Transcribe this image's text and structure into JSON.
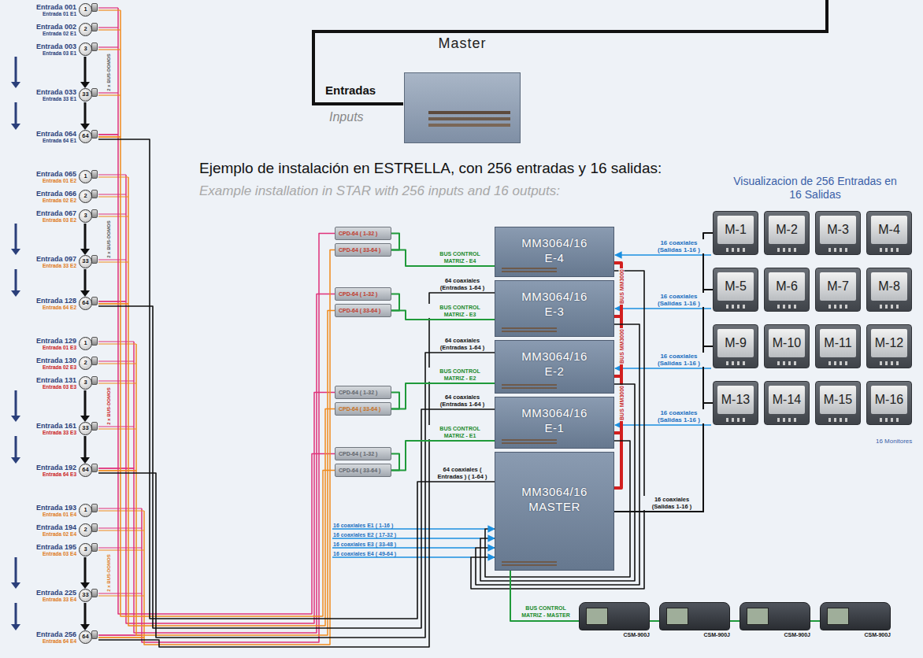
{
  "diagram": {
    "title": "Ejemplo de instalación en ESTRELLA, con 256 entradas y 16 salidas:",
    "nodes": [
      {
        "text": [
          "Master"
        ]
      },
      {
        "text": [
          "Entrada 001",
          "Entrada 01 E1",
          "1"
        ]
      },
      {
        "text": [
          "Entrada 002",
          "Entrada 02 E1",
          "2"
        ]
      },
      {
        "text": [
          "Entrada 003",
          "Entrada 03 E1",
          "3"
        ]
      },
      {
        "text": [
          "Entrada 033",
          "Entrada 33 E1",
          "33"
        ]
      },
      {
        "text": [
          "Entrada 064",
          "Entrada 64 E1",
          "64"
        ]
      },
      {
        "text": [
          "Entrada 065",
          "Entrada 01 E2",
          "1"
        ]
      },
      {
        "text": [
          "Entrada 066",
          "Entrada 02 E2",
          "2"
        ]
      },
      {
        "text": [
          "Entrada 067",
          "Entrada 03 E2",
          "3"
        ]
      },
      {
        "text": [
          "Entrada 097",
          "Entrada 33 E2",
          "33"
        ]
      },
      {
        "text": [
          "Entrada 128",
          "Entrada 64 E2",
          "64"
        ]
      },
      {
        "text": [
          "Entrada 129",
          "Entrada 01 E3",
          "1"
        ]
      },
      {
        "text": [
          "Entrada 130",
          "Entrada 02 E3",
          "2"
        ]
      },
      {
        "text": [
          "Entrada 131",
          "Entrada 03 E3",
          "3"
        ]
      },
      {
        "text": [
          "Entrada 161",
          "Entrada 33 E3",
          "33"
        ]
      },
      {
        "text": [
          "Entrada 192",
          "Entrada 64 E3",
          "64"
        ]
      },
      {
        "text": [
          "Entrada 193",
          "Entrada 01 E4",
          "1"
        ]
      },
      {
        "text": [
          "Entrada 194",
          "Entrada 02 E4",
          "2"
        ]
      },
      {
        "text": [
          "Entrada 195",
          "Entrada 03 E4",
          "3"
        ]
      },
      {
        "text": [
          "Entrada 225",
          "Entrada 33 E4",
          "33"
        ]
      },
      {
        "text": [
          "Entrada 256",
          "Entrada 64 E4",
          "64"
        ]
      },
      {
        "text": [
          "CPD-64 ( 1-32 )"
        ]
      },
      {
        "text": [
          "CPD-64 ( 33-64 )"
        ]
      },
      {
        "text": [
          "CPD-64 ( 1-32 )"
        ]
      },
      {
        "text": [
          "CPD-64 ( 33-64 )"
        ]
      },
      {
        "text": [
          "CPD-64 ( 1-32 )"
        ]
      },
      {
        "text": [
          "CPD-64 ( 33-64 )"
        ]
      },
      {
        "text": [
          "CPD-64 ( 1-32 )"
        ]
      },
      {
        "text": [
          "CPD-64 ( 33-64 )"
        ]
      },
      {
        "text": [
          "MM3064/16",
          "E-4"
        ]
      },
      {
        "text": [
          "MM3064/16",
          "E-3"
        ]
      },
      {
        "text": [
          "MM3064/16",
          "E-2"
        ]
      },
      {
        "text": [
          "MM3064/16",
          "E-1"
        ]
      },
      {
        "text": [
          "MM3064/16",
          "MASTER"
        ]
      },
      {
        "text": [
          "M-1"
        ]
      },
      {
        "text": [
          "M-2"
        ]
      },
      {
        "text": [
          "M-3"
        ]
      },
      {
        "text": [
          "M-4"
        ]
      },
      {
        "text": [
          "M-5"
        ]
      },
      {
        "text": [
          "M-6"
        ]
      },
      {
        "text": [
          "M-7"
        ]
      },
      {
        "text": [
          "M-8"
        ]
      },
      {
        "text": [
          "M-9"
        ]
      },
      {
        "text": [
          "M-10"
        ]
      },
      {
        "text": [
          "M-11"
        ]
      },
      {
        "text": [
          "M-12"
        ]
      },
      {
        "text": [
          "M-13"
        ]
      },
      {
        "text": [
          "M-14"
        ]
      },
      {
        "text": [
          "M-15"
        ]
      },
      {
        "text": [
          "M-16"
        ]
      },
      {
        "text": [
          "CSM-900J"
        ]
      },
      {
        "text": [
          "CSM-900J"
        ]
      },
      {
        "text": [
          "CSM-900J"
        ]
      },
      {
        "text": [
          "CSM-900J"
        ]
      }
    ],
    "edges": [
      {
        "from": 5,
        "to": 27,
        "arrow": "none"
      },
      {
        "from": 10,
        "to": 25,
        "arrow": "none"
      },
      {
        "from": 15,
        "to": 23,
        "arrow": "none"
      },
      {
        "from": 20,
        "to": 21,
        "arrow": "none"
      },
      {
        "from": 5,
        "to": 28,
        "arrow": "none"
      },
      {
        "from": 10,
        "to": 26,
        "arrow": "none"
      },
      {
        "from": 15,
        "to": 24,
        "arrow": "none"
      },
      {
        "from": 20,
        "to": 22,
        "arrow": "none"
      },
      {
        "from": 5,
        "to": 33,
        "label": "64 coaxiales ( Entradas ) ( 1-64 )",
        "arrow": "none"
      },
      {
        "from": 10,
        "to": 32,
        "label": "64 coaxiales (Entradas 1-64 )",
        "arrow": "none"
      },
      {
        "from": 15,
        "to": 31,
        "label": "64 coaxiales (Entradas 1-64 )",
        "arrow": "none"
      },
      {
        "from": 20,
        "to": 30,
        "label": "64 coaxiales (Entradas 1-64 )",
        "arrow": "none"
      },
      {
        "from": 21,
        "to": 22,
        "arrow": "none"
      },
      {
        "from": 23,
        "to": 24,
        "arrow": "none"
      },
      {
        "from": 25,
        "to": 26,
        "arrow": "none"
      },
      {
        "from": 27,
        "to": 28,
        "arrow": "none"
      },
      {
        "from": 22,
        "to": 29,
        "label": "BUS CONTROL MATRIZ - E4",
        "arrow": "none"
      },
      {
        "from": 24,
        "to": 30,
        "label": "BUS CONTROL MATRIZ - E3",
        "arrow": "none"
      },
      {
        "from": 26,
        "to": 31,
        "label": "BUS CONTROL MATRIZ - E2",
        "arrow": "none"
      },
      {
        "from": 28,
        "to": 32,
        "label": "BUS CONTROL MATRIZ - E1",
        "arrow": "none"
      },
      {
        "from": 29,
        "to": 30,
        "label": "BUS MM3000",
        "arrow": "none"
      },
      {
        "from": 30,
        "to": 31,
        "label": "BUS MM3000",
        "arrow": "none"
      },
      {
        "from": 31,
        "to": 32,
        "label": "BUS MM3000",
        "arrow": "none"
      },
      {
        "from": 32,
        "to": 33,
        "arrow": "none"
      },
      {
        "from": 32,
        "to": 33,
        "label": "16 coaxiales E1 ( 1-16 )",
        "arrow": "to"
      },
      {
        "from": 31,
        "to": 33,
        "label": "16 coaxiales E2 ( 17-32 )",
        "arrow": "to"
      },
      {
        "from": 30,
        "to": 33,
        "label": "16 coaxiales E3 ( 33-48 )",
        "arrow": "to"
      },
      {
        "from": 29,
        "to": 33,
        "label": "16 coaxiales E4 ( 49-64 )",
        "arrow": "to"
      },
      {
        "from": 33,
        "to": 34,
        "label": "16 coaxiales (Salidas 1-16 )",
        "arrow": "none"
      },
      {
        "from": 33,
        "to": 38,
        "arrow": "none"
      },
      {
        "from": 33,
        "to": 42,
        "arrow": "none"
      },
      {
        "from": 33,
        "to": 46,
        "arrow": "none"
      },
      {
        "from": 33,
        "to": 50,
        "label": "BUS CONTROL MATRIZ - MASTER",
        "arrow": "none"
      },
      {
        "from": 50,
        "to": 51,
        "arrow": "none"
      },
      {
        "from": 51,
        "to": 52,
        "arrow": "none"
      },
      {
        "from": 52,
        "to": 53,
        "arrow": "none"
      }
    ],
    "labels": [
      "Entradas",
      "Inputs",
      "Example installation in STAR with 256 inputs and 16 outputs:",
      "2 x BUS-DOMOS",
      "2 x BUS-DOMOS",
      "2 x BUS-DOMOS",
      "2 x BUS-DOMOS",
      "16 coaxiales (Salidas 1-16 )",
      "16 coaxiales (Salidas 1-16 )",
      "16 coaxiales (Salidas 1-16 )",
      "16 coaxiales (Salidas 1-16 )",
      "Visualizacion de 256 Entradas en 16 Salidas",
      "16 Monitores"
    ]
  }
}
